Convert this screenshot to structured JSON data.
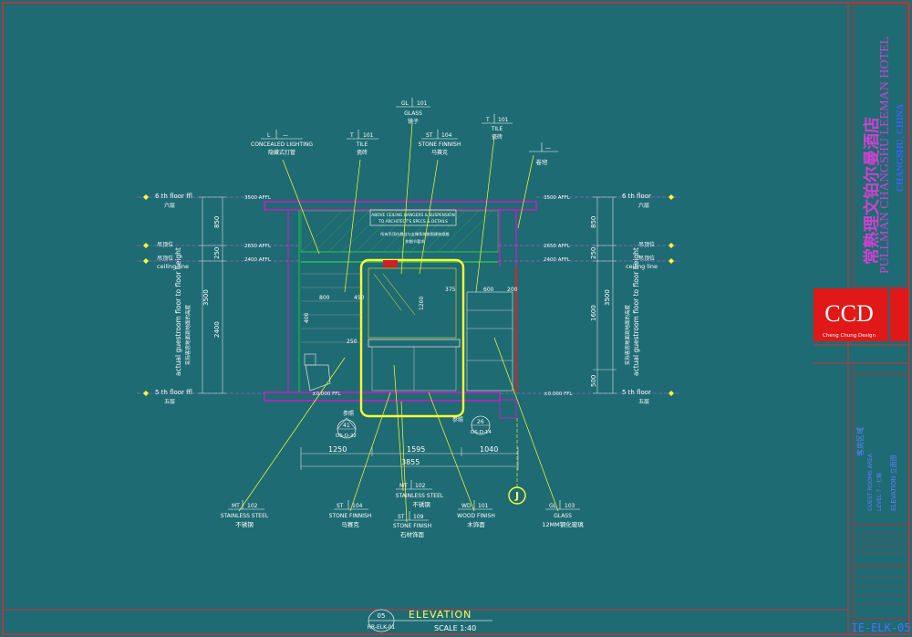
{
  "title_block": {
    "project_cn": "常熟理文铂尔曼酒店",
    "project_en": "PULLMAN CHANGSHU LEEMAN HOTEL",
    "location": "CHANGSHU, CHINA",
    "logo": "CCD",
    "logo_sub": "Cheng Chung Design",
    "sheet_no": "IE-ELK-05",
    "area_label_1": "客房区域",
    "area_label_2": "GUEST ROOMS AREA",
    "level_label": "LEVEL 7 - 七层",
    "sheet_title": "ELEVATION 立面图"
  },
  "drawing": {
    "title": "ELEVATION",
    "scale": "SCALE 1:40",
    "ref_num": "05",
    "ref_sheet": "RR-ELK-01",
    "gridline": "J"
  },
  "levels_left": [
    {
      "code": "3500 AFFL",
      "en": "6 th floor ffl",
      "cn": "六层"
    },
    {
      "code": "2650 AFFL",
      "en": "",
      "cn": "吊顶位"
    },
    {
      "code": "2400 AFFL",
      "en": "ceiling line",
      "cn": "吊顶位"
    },
    {
      "code": "±0.000 FFL",
      "en": "5 th floor ffl",
      "cn": "五层"
    }
  ],
  "levels_right": [
    {
      "code": "3500 AFFL",
      "en": "6 th floor",
      "cn": "六层"
    },
    {
      "code": "2650 AFFL",
      "en": "",
      "cn": "吊顶位"
    },
    {
      "code": "2400 AFFL",
      "en": "ceiling line",
      "cn": "吊顶位"
    },
    {
      "code": "±0.000 FFL",
      "en": "5 th floor",
      "cn": "五层"
    }
  ],
  "side_text": {
    "left_en": "actual guestroom floor to floor height",
    "left_cn": "实际客房地面到地面的高度",
    "right_en": "actual guestroom floor to floor height",
    "right_cn": "实际客房地面到地面的高度"
  },
  "dims_left": [
    "850",
    "250",
    "3500",
    "2400"
  ],
  "dims_right": [
    "850",
    "250",
    "3500",
    "1600",
    "500"
  ],
  "dims_bottom": [
    "1250",
    "1595",
    "1040",
    "3855"
  ],
  "dims_inner": [
    "800",
    "450",
    "400",
    "1200",
    "375",
    "600",
    "200",
    "250"
  ],
  "ceiling_note": {
    "en1": "ABOVE CEILING HANGERS & SUSPENSION",
    "en2": "TO ARCHITECT'S SPECS & DETAILS",
    "cn1": "所有吊顶内悬挂与支撑系统按照建筑规格",
    "cn2": "和细节要求"
  },
  "tags_top": [
    {
      "code": "L",
      "num": "—",
      "en": "CONCEALED LIGHTING",
      "cn": "隐藏式灯管"
    },
    {
      "code": "T",
      "num": "101",
      "en": "TILE",
      "cn": "瓷砖"
    },
    {
      "code": "GL",
      "num": "101",
      "en": "GLASS",
      "cn": "镜子"
    },
    {
      "code": "ST",
      "num": "104",
      "en": "STONE FINNISH",
      "cn": "马赛克"
    },
    {
      "code": "T",
      "num": "101",
      "en": "TILE",
      "cn": "瓷砖"
    },
    {
      "code": "—",
      "num": "",
      "en": "",
      "cn": "卷帘"
    }
  ],
  "tags_bottom": [
    {
      "code": "MT",
      "num": "102",
      "en": "STAINLESS STEEL",
      "cn": "不锈钢"
    },
    {
      "code": "ST",
      "num": "104",
      "en": "STONE FINNISH",
      "cn": "马赛克"
    },
    {
      "code": "MT",
      "num": "102",
      "en": "STAINLESS STEEL",
      "cn": "不锈钢"
    },
    {
      "code": "ST",
      "num": "109",
      "en": "STONE FINISH",
      "cn": "石材饰面"
    },
    {
      "code": "WD",
      "num": "101",
      "en": "WOOD FINISH",
      "cn": "木饰面"
    },
    {
      "code": "GL",
      "num": "103",
      "en": "GLASS",
      "cn": "12MM钢化玻璃"
    }
  ],
  "section_refs": [
    {
      "label": "参照",
      "num": "41",
      "sheet": "DS-D-22"
    },
    {
      "label": "参照",
      "num": "26",
      "sheet": "DS-D-14"
    }
  ],
  "colors": {
    "background": "#1e6b73",
    "lines": "#ffff33",
    "accent": "#c020c0",
    "logo": "#e01818"
  }
}
